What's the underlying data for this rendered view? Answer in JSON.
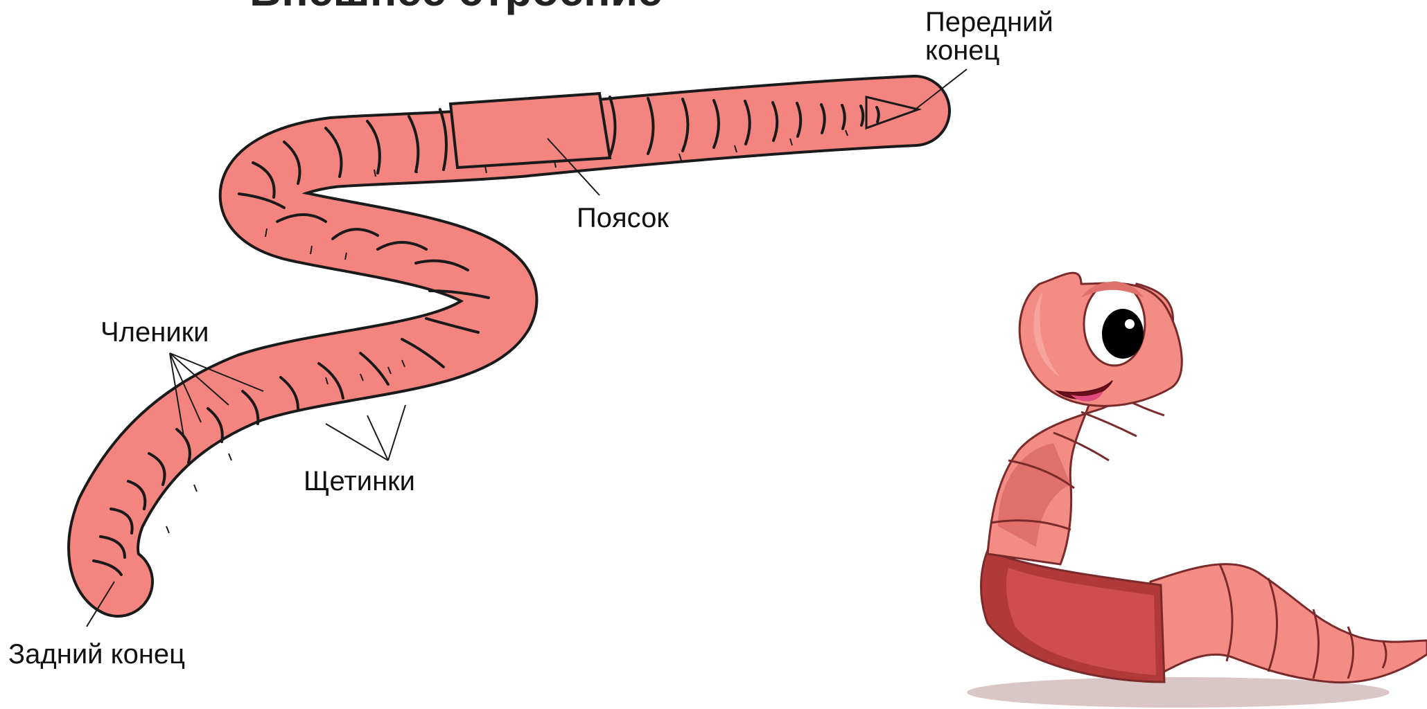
{
  "diagram": {
    "title": "Внешнее строение",
    "labels": {
      "front_end_line1": "Передний",
      "front_end_line2": "конец",
      "belt": "Поясок",
      "segments": "Членики",
      "bristles": "Щетинки",
      "rear_end": "Задний конец"
    }
  },
  "colors": {
    "worm_body": "#f4847f",
    "outline": "#1a1a1a",
    "cartoon_light": "#f48c86",
    "cartoon_mid": "#e0706b",
    "cartoon_dark": "#b2393a",
    "shadow": "#d9c6c6"
  }
}
